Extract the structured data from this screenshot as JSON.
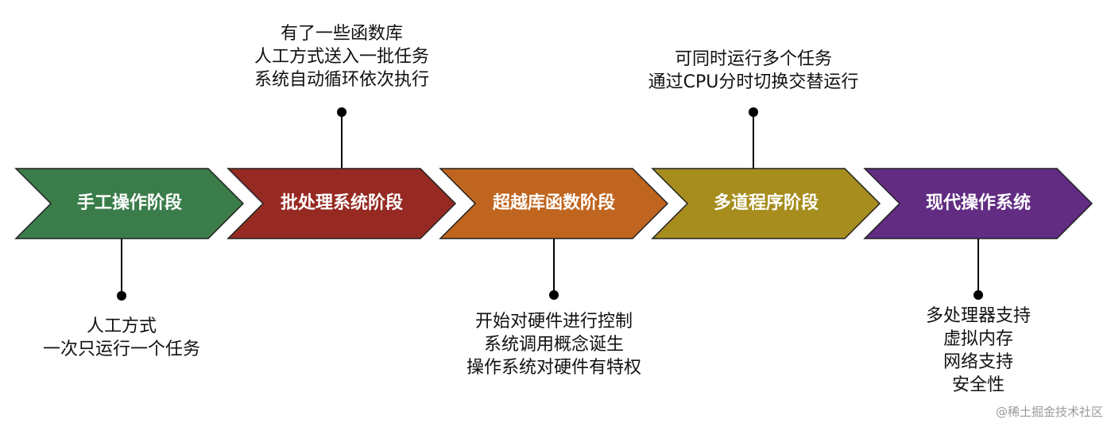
{
  "stages": [
    {
      "label": "手工操作阶段",
      "color": "#3a7d4a"
    },
    {
      "label": "批处理系统阶段",
      "color": "#962a22"
    },
    {
      "label": "超越库函数阶段",
      "color": "#c0651f"
    },
    {
      "label": "多道程序阶段",
      "color": "#a68d1e"
    },
    {
      "label": "现代操作系统",
      "color": "#612c82"
    }
  ],
  "notes": {
    "manual": [
      "人工方式",
      "一次只运行一个任务"
    ],
    "batch": [
      "有了一些函数库",
      "人工方式送入一批任务",
      "系统自动循环依次执行"
    ],
    "library": [
      "开始对硬件进行控制",
      "系统调用概念诞生",
      "操作系统对硬件有特权"
    ],
    "multiprog": [
      "可同时运行多个任务",
      "通过CPU分时切换交替运行"
    ],
    "modern": [
      "多处理器支持",
      "虚拟内存",
      "网络支持",
      "安全性"
    ]
  },
  "watermark": "@稀土掘金技术社区"
}
